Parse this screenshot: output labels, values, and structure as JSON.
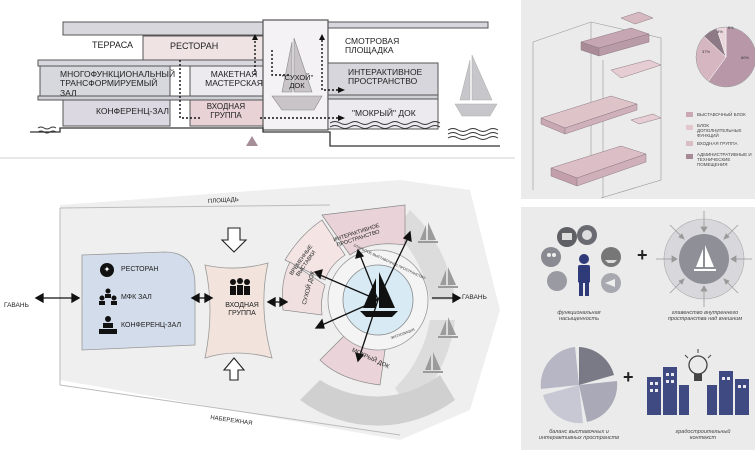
{
  "section": {
    "terrace": "ТЕРРАСА",
    "restaurant": "РЕСТОРАН",
    "multi_hall": "МНОГОФУНКЦИОНАЛЬНЫЙ ТРАНСФОРМИРУЕМЫЙ ЗАЛ",
    "model_workshop": "МАКЕТНАЯ МАСТЕРСКАЯ",
    "dry_dock": "\"СУХОЙ\" ДОК",
    "viewing_platform": "СМОТРОВАЯ ПЛОЩАДКА",
    "interactive_space": "ИНТЕРАКТИВНОЕ ПРОСТРАНСТВО",
    "conference_hall": "КОНФЕРЕНЦ-ЗАЛ",
    "entrance_group": "ВХОДНАЯ ГРУППА",
    "wet_dock": "\"МОКРЫЙ\" ДОК"
  },
  "plan": {
    "square": "ПЛОЩАДЬ",
    "harbor_left": "ГАВАНЬ",
    "harbor_right": "ГАВАНЬ",
    "embankment": "НАБЕРЕЖНАЯ",
    "restaurant": "РЕСТОРАН",
    "mfk_hall": "МФК ЗАЛ",
    "conference_hall": "КОНФЕРЕНЦ-ЗАЛ",
    "entrance_group": "ВХОДНАЯ ГРУППА",
    "interactive_space": "ИНТЕРАКТИВНОЕ ПРОСТРАНСТВО",
    "exhibitions": "ВРЕМЕННЫЕ ВЫСТАВКИ",
    "dry_dock": "СУХОЙ ДОК",
    "wet_dock": "МОКРЫЙ ДОК",
    "ring_top": "ОТКРЫТОЕ ВЫСТАВОЧНОЕ ПРОСТРАНСТВО",
    "ring_bottom": "ЭКСПОЗИЦИЯ"
  },
  "axon": {
    "legend": [
      {
        "label": "ВЫСТАВОЧНЫЙ БЛОК",
        "color": "#c9a7b3"
      },
      {
        "label": "БЛОК ДОПОЛНИТЕЛЬНЫХ ФУНКЦИЙ",
        "color": "#e2c7cd"
      },
      {
        "label": "ВХОДНАЯ ГРУППА",
        "color": "#d8bfc4"
      },
      {
        "label": "АДМИНИСТРАТИВНЫЕ И ТЕХНИЧЕСКИЕ ПОМЕЩЕНИЯ",
        "color": "#a88a97"
      }
    ],
    "pie": [
      {
        "label": "60%",
        "value": 60,
        "color": "#b898a8"
      },
      {
        "label": "37%",
        "value": 27,
        "color": "#d6b7c1"
      },
      {
        "label": "8%",
        "value": 8,
        "color": "#8e7a86"
      },
      {
        "label": "5%",
        "value": 5,
        "color": "#ead7dc"
      }
    ]
  },
  "concept": {
    "functional": "функциональная насыщенность",
    "main_space": "главенство внутреннего пространства над внешним",
    "balance": "баланс выставочных и интерактивных пространств",
    "urban": "градостроительный контекст",
    "plus": "+"
  }
}
